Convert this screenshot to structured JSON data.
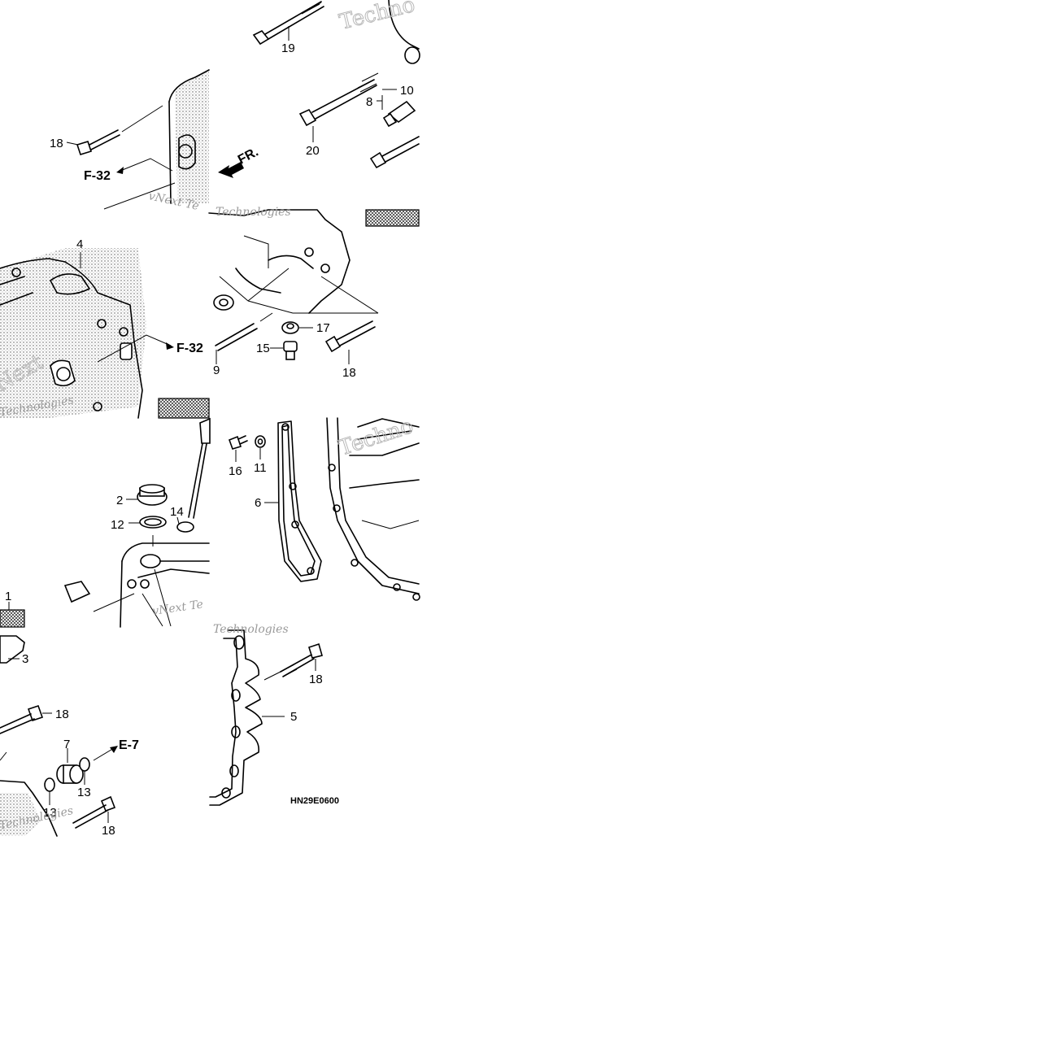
{
  "diagram": {
    "part_labels": [
      "1",
      "2",
      "3",
      "4",
      "5",
      "6",
      "7",
      "8",
      "9",
      "10",
      "11",
      "12",
      "13",
      "14",
      "15",
      "16",
      "17",
      "18",
      "19",
      "20"
    ],
    "callouts": {
      "bolt_18": "18",
      "bolt_19": "19",
      "bolt_20": "20",
      "item_1": "1",
      "item_2": "2",
      "item_3": "3",
      "item_4": "4",
      "item_5": "5",
      "item_6": "6",
      "item_7": "7",
      "item_8": "8",
      "item_9": "9",
      "item_10": "10",
      "item_11": "11",
      "item_12": "12",
      "item_13": "13",
      "item_14": "14",
      "item_15": "15",
      "item_16": "16",
      "item_17": "17"
    },
    "refs": {
      "f32": "F-32",
      "e7": "E-7"
    },
    "front_arrow": "FR.",
    "drawing_code": "HN29E0600",
    "watermark": {
      "word_a": "Techno",
      "word_b": "Next",
      "word_c": "Technologies",
      "word_d": "vNext Te"
    }
  }
}
